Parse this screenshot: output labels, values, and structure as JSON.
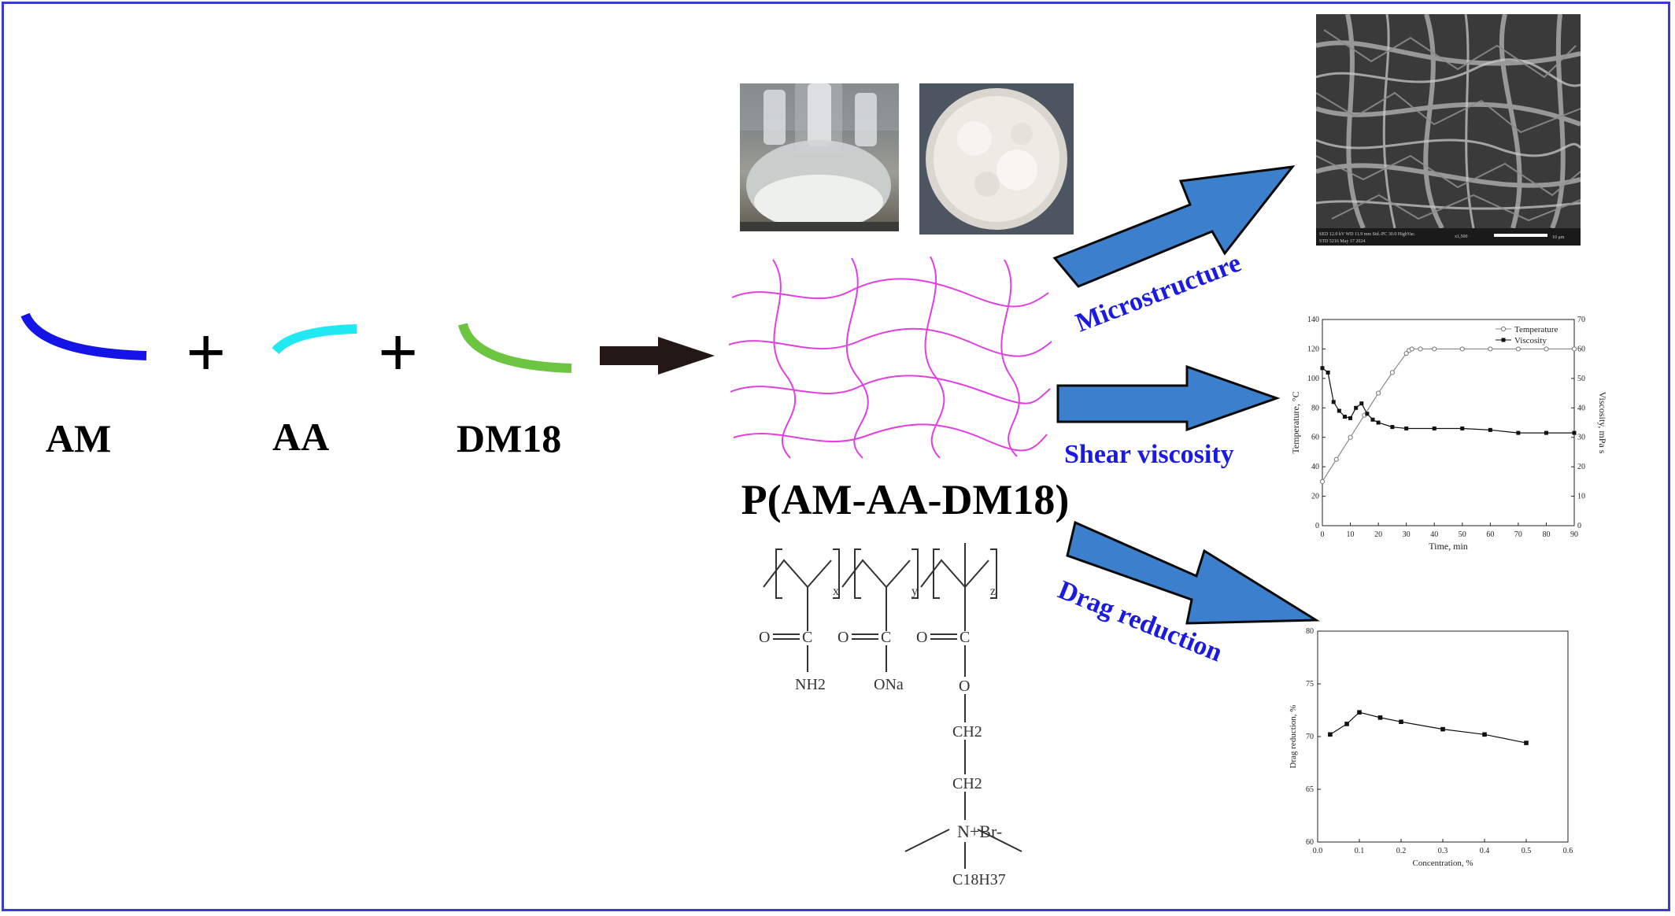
{
  "monomers": [
    {
      "name": "AM",
      "color": "#1414e6"
    },
    {
      "name": "AA",
      "color": "#22e8f2"
    },
    {
      "name": "DM18",
      "color": "#6cc540"
    }
  ],
  "plus_sign": "+",
  "polymer_name": "P(AM-AA-DM18)",
  "network_color": "#e040e0",
  "arrow_color": "#3c7fcc",
  "arrow_label_color": "#1a1ae0",
  "arrows": [
    {
      "label": "Microstructure"
    },
    {
      "label": "Shear viscosity"
    },
    {
      "label": "Drag reduction"
    }
  ],
  "structure": {
    "subscripts": [
      "x",
      "y",
      "z"
    ],
    "groups": [
      "NH2",
      "ONa",
      "O"
    ],
    "chain": [
      "CH2",
      "CH2"
    ],
    "ammonium": "N+Br-",
    "tail": "C18H37",
    "carbon": "C",
    "oxygen": "O"
  },
  "sem": {
    "footer_left": "SED   12.0 kV   WD 11.9 mm   Std.-PC 30.0   HighVac.",
    "footer_left2": "STD    5216     May 17 2024",
    "footer_mag": "x1,500",
    "footer_scale": "10 μm"
  },
  "chart_data": [
    {
      "type": "line",
      "xlabel": "Time, min",
      "ylabel": "Temperature, °C",
      "y2label": "Viscosity, mPa s",
      "xlim": [
        0,
        90
      ],
      "ylim": [
        0,
        140
      ],
      "y2lim": [
        0,
        70
      ],
      "xticks": [
        0,
        10,
        20,
        30,
        40,
        50,
        60,
        70,
        80,
        90
      ],
      "yticks": [
        0,
        20,
        40,
        60,
        80,
        100,
        120,
        140
      ],
      "y2ticks": [
        0,
        10,
        20,
        30,
        40,
        50,
        60,
        70
      ],
      "legend": "top-right",
      "series": [
        {
          "name": "Temperature",
          "axis": "left",
          "marker": "open-circle",
          "x": [
            0,
            5,
            10,
            15,
            20,
            25,
            30,
            31,
            32,
            35,
            40,
            50,
            60,
            70,
            80,
            90
          ],
          "y": [
            30,
            45,
            60,
            75,
            90,
            104,
            117,
            119,
            120,
            120,
            120,
            120,
            120,
            120,
            120,
            120
          ]
        },
        {
          "name": "Viscosity",
          "axis": "right",
          "marker": "filled-square",
          "x": [
            0,
            2,
            4,
            6,
            8,
            10,
            12,
            14,
            16,
            18,
            20,
            25,
            30,
            40,
            50,
            60,
            70,
            80,
            90
          ],
          "y": [
            53.5,
            52,
            42,
            39,
            37,
            36.5,
            40,
            41.5,
            38,
            36,
            35,
            33.5,
            33,
            33,
            33,
            32.5,
            31.5,
            31.5,
            31.5
          ]
        }
      ]
    },
    {
      "type": "line",
      "xlabel": "Concentration, %",
      "ylabel": "Drag reduction, %",
      "xlim": [
        0,
        0.6
      ],
      "ylim": [
        60,
        80
      ],
      "xticks": [
        0.0,
        0.1,
        0.2,
        0.3,
        0.4,
        0.5,
        0.6
      ],
      "yticks": [
        60,
        65,
        70,
        75,
        80
      ],
      "series": [
        {
          "name": "",
          "marker": "filled-square",
          "x": [
            0.03,
            0.07,
            0.1,
            0.15,
            0.2,
            0.3,
            0.4,
            0.5
          ],
          "y": [
            70.2,
            71.2,
            72.3,
            71.8,
            71.4,
            70.7,
            70.2,
            69.4
          ]
        }
      ]
    }
  ]
}
